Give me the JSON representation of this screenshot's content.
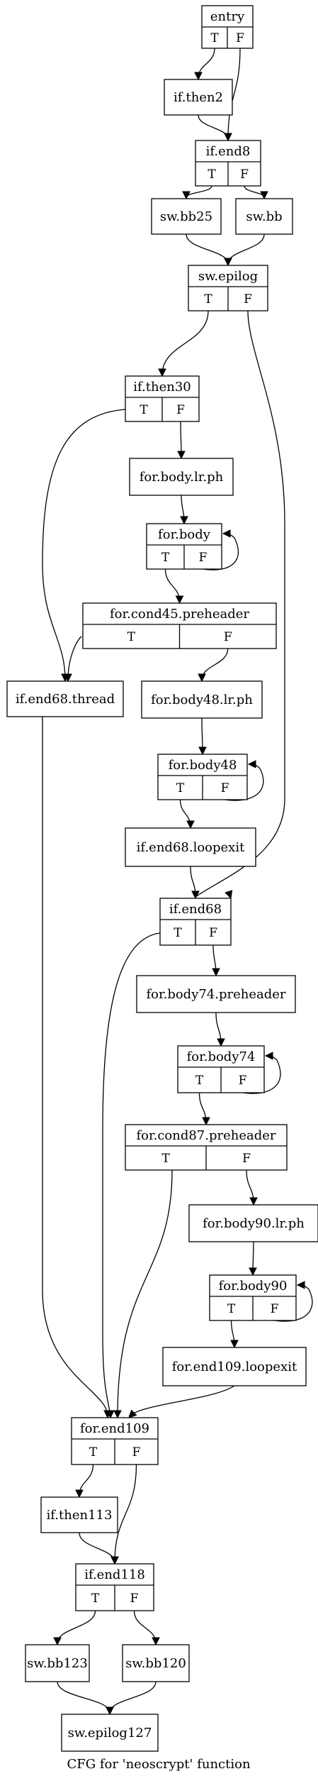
{
  "caption": "CFG for 'neoscrypt' function",
  "ports": {
    "true_label": "T",
    "false_label": "F"
  },
  "nodes": [
    {
      "id": "entry",
      "label": "entry",
      "branch": true
    },
    {
      "id": "if_then2",
      "label": "if.then2",
      "branch": false
    },
    {
      "id": "if_end8",
      "label": "if.end8",
      "branch": true
    },
    {
      "id": "sw_bb25",
      "label": "sw.bb25",
      "branch": false
    },
    {
      "id": "sw_bb",
      "label": "sw.bb",
      "branch": false
    },
    {
      "id": "sw_epilog",
      "label": "sw.epilog",
      "branch": true
    },
    {
      "id": "if_then30",
      "label": "if.then30",
      "branch": true
    },
    {
      "id": "for_body_lr_ph",
      "label": "for.body.lr.ph",
      "branch": false
    },
    {
      "id": "for_body",
      "label": "for.body",
      "branch": true
    },
    {
      "id": "for_cond45_preheader",
      "label": "for.cond45.preheader",
      "branch": true
    },
    {
      "id": "if_end68_thread",
      "label": "if.end68.thread",
      "branch": false
    },
    {
      "id": "for_body48_lr_ph",
      "label": "for.body48.lr.ph",
      "branch": false
    },
    {
      "id": "for_body48",
      "label": "for.body48",
      "branch": true
    },
    {
      "id": "if_end68_loopexit",
      "label": "if.end68.loopexit",
      "branch": false
    },
    {
      "id": "if_end68",
      "label": "if.end68",
      "branch": true
    },
    {
      "id": "for_body74_preheader",
      "label": "for.body74.preheader",
      "branch": false
    },
    {
      "id": "for_body74",
      "label": "for.body74",
      "branch": true
    },
    {
      "id": "for_cond87_preheader",
      "label": "for.cond87.preheader",
      "branch": true
    },
    {
      "id": "for_body90_lr_ph",
      "label": "for.body90.lr.ph",
      "branch": false
    },
    {
      "id": "for_body90",
      "label": "for.body90",
      "branch": true
    },
    {
      "id": "for_end109_loopexit",
      "label": "for.end109.loopexit",
      "branch": false
    },
    {
      "id": "for_end109",
      "label": "for.end109",
      "branch": true
    },
    {
      "id": "if_then113",
      "label": "if.then113",
      "branch": false
    },
    {
      "id": "if_end118",
      "label": "if.end118",
      "branch": true
    },
    {
      "id": "sw_bb123",
      "label": "sw.bb123",
      "branch": false
    },
    {
      "id": "sw_bb120",
      "label": "sw.bb120",
      "branch": false
    },
    {
      "id": "sw_epilog127",
      "label": "sw.epilog127",
      "branch": false
    }
  ],
  "edges": [
    {
      "from": "entry",
      "port": "T",
      "to": "if_then2"
    },
    {
      "from": "entry",
      "port": "F",
      "to": "if_end8"
    },
    {
      "from": "if_then2",
      "port": "",
      "to": "if_end8"
    },
    {
      "from": "if_end8",
      "port": "T",
      "to": "sw_bb25"
    },
    {
      "from": "if_end8",
      "port": "F",
      "to": "sw_bb"
    },
    {
      "from": "sw_bb25",
      "port": "",
      "to": "sw_epilog"
    },
    {
      "from": "sw_bb",
      "port": "",
      "to": "sw_epilog"
    },
    {
      "from": "sw_epilog",
      "port": "T",
      "to": "if_then30"
    },
    {
      "from": "sw_epilog",
      "port": "F",
      "to": "if_end68"
    },
    {
      "from": "if_then30",
      "port": "T",
      "to": "if_end68_thread"
    },
    {
      "from": "if_then30",
      "port": "F",
      "to": "for_body_lr_ph"
    },
    {
      "from": "for_body_lr_ph",
      "port": "",
      "to": "for_body"
    },
    {
      "from": "for_body",
      "port": "F",
      "to": "for_body"
    },
    {
      "from": "for_body",
      "port": "T",
      "to": "for_cond45_preheader"
    },
    {
      "from": "for_cond45_preheader",
      "port": "T",
      "to": "if_end68_thread"
    },
    {
      "from": "for_cond45_preheader",
      "port": "F",
      "to": "for_body48_lr_ph"
    },
    {
      "from": "if_end68_thread",
      "port": "",
      "to": "for_end109"
    },
    {
      "from": "for_body48_lr_ph",
      "port": "",
      "to": "for_body48"
    },
    {
      "from": "for_body48",
      "port": "F",
      "to": "for_body48"
    },
    {
      "from": "for_body48",
      "port": "T",
      "to": "if_end68_loopexit"
    },
    {
      "from": "if_end68_loopexit",
      "port": "",
      "to": "if_end68"
    },
    {
      "from": "if_end68",
      "port": "T",
      "to": "for_end109"
    },
    {
      "from": "if_end68",
      "port": "F",
      "to": "for_body74_preheader"
    },
    {
      "from": "for_body74_preheader",
      "port": "",
      "to": "for_body74"
    },
    {
      "from": "for_body74",
      "port": "F",
      "to": "for_body74"
    },
    {
      "from": "for_body74",
      "port": "T",
      "to": "for_cond87_preheader"
    },
    {
      "from": "for_cond87_preheader",
      "port": "T",
      "to": "for_end109"
    },
    {
      "from": "for_cond87_preheader",
      "port": "F",
      "to": "for_body90_lr_ph"
    },
    {
      "from": "for_body90_lr_ph",
      "port": "",
      "to": "for_body90"
    },
    {
      "from": "for_body90",
      "port": "F",
      "to": "for_body90"
    },
    {
      "from": "for_body90",
      "port": "T",
      "to": "for_end109_loopexit"
    },
    {
      "from": "for_end109_loopexit",
      "port": "",
      "to": "for_end109"
    },
    {
      "from": "for_end109",
      "port": "T",
      "to": "if_then113"
    },
    {
      "from": "for_end109",
      "port": "F",
      "to": "if_end118"
    },
    {
      "from": "if_then113",
      "port": "",
      "to": "if_end118"
    },
    {
      "from": "if_end118",
      "port": "T",
      "to": "sw_bb123"
    },
    {
      "from": "if_end118",
      "port": "F",
      "to": "sw_bb120"
    },
    {
      "from": "sw_bb123",
      "port": "",
      "to": "sw_epilog127"
    },
    {
      "from": "sw_bb120",
      "port": "",
      "to": "sw_epilog127"
    }
  ]
}
